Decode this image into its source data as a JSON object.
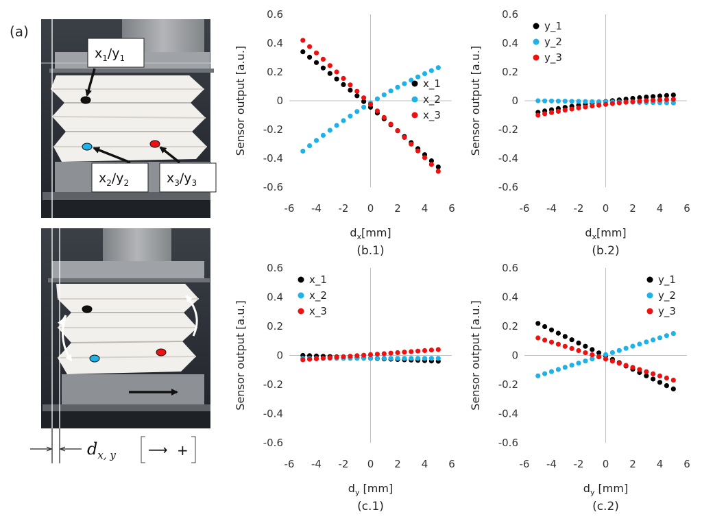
{
  "figure": {
    "panel_label": "(a)",
    "sensor_labels": [
      {
        "main": "x",
        "sub": "1",
        "sep": "/",
        "main2": "y",
        "sub2": "1"
      },
      {
        "main": "x",
        "sub": "2",
        "sep": "/",
        "main2": "y",
        "sub2": "2"
      },
      {
        "main": "x",
        "sub": "3",
        "sep": "/",
        "main2": "y",
        "sub2": "3"
      }
    ],
    "displacement_label": "d",
    "displacement_sub": "x, y",
    "direction_arrow": "⟶",
    "direction_sign": "+",
    "colors": {
      "black": "#000000",
      "blue": "#1fb2e6",
      "red": "#ee1111",
      "bellows": "#f2f0ec",
      "frame": "#9a9c9e",
      "background": "#2a2c31"
    }
  },
  "chart_data": [
    {
      "type": "scatter",
      "caption": "(b.1)",
      "xlabel_main": "d",
      "xlabel_sub": "x",
      "xlabel_unit": "[mm]",
      "ylabel": "Sensor output [a.u.]",
      "xlim": [
        -6,
        6
      ],
      "ylim": [
        -0.6,
        0.6
      ],
      "xticks": [
        "-6",
        "-4",
        "-2",
        "0",
        "2",
        "4",
        "6"
      ],
      "yticks": [
        "0.6",
        "0.4",
        "0.2",
        "0",
        "-0.2",
        "-0.4",
        "-0.6"
      ],
      "legend": "right-middle",
      "grid": false,
      "series": [
        {
          "name": "x_1",
          "color": "#000000",
          "p0": [
            -5,
            0.34
          ],
          "p1": [
            5,
            -0.46
          ],
          "curve": 0.015
        },
        {
          "name": "x_2",
          "color": "#1fb2e6",
          "p0": [
            -5,
            -0.35
          ],
          "p1": [
            5,
            0.23
          ],
          "curve": 0.045
        },
        {
          "name": "x_3",
          "color": "#ee1111",
          "p0": [
            -5,
            0.42
          ],
          "p1": [
            5,
            -0.49
          ],
          "curve": 0.01
        }
      ]
    },
    {
      "type": "scatter",
      "caption": "(b.2)",
      "xlabel_main": "d",
      "xlabel_sub": "x",
      "xlabel_unit": "[mm]",
      "ylabel": "Sensor output [a.u.]",
      "xlim": [
        -6,
        6
      ],
      "ylim": [
        -0.6,
        0.6
      ],
      "xticks": [
        "-6",
        "-4",
        "-2",
        "0",
        "2",
        "4",
        "6"
      ],
      "yticks": [
        "0.6",
        "0.4",
        "0.2",
        "0",
        "-0.2",
        "-0.4",
        "-0.6"
      ],
      "legend": "top-left",
      "grid": false,
      "series": [
        {
          "name": "y_1",
          "color": "#000000",
          "p0": [
            -5,
            -0.08
          ],
          "p1": [
            5,
            0.04
          ],
          "curve": 0.015
        },
        {
          "name": "y_2",
          "color": "#1fb2e6",
          "p0": [
            -5,
            0.0
          ],
          "p1": [
            5,
            -0.015
          ],
          "curve": 0.0
        },
        {
          "name": "y_3",
          "color": "#ee1111",
          "p0": [
            -5,
            -0.1
          ],
          "p1": [
            5,
            0.01
          ],
          "curve": 0.02
        }
      ]
    },
    {
      "type": "scatter",
      "caption": "(c.1)",
      "xlabel_main": "d",
      "xlabel_sub": "y",
      "xlabel_unit": "[mm]",
      "ylabel": "Sensor output [a.u.]",
      "xlim": [
        -6,
        6
      ],
      "ylim": [
        -0.6,
        0.6
      ],
      "xticks": [
        "-6",
        "-4",
        "-2",
        "0",
        "2",
        "4",
        "6"
      ],
      "yticks": [
        "0.6",
        "0.4",
        "0.2",
        "0",
        "-0.2",
        "-0.4",
        "-0.6"
      ],
      "legend": "top-left",
      "grid": false,
      "series": [
        {
          "name": "x_1",
          "color": "#000000",
          "p0": [
            -5,
            0.0
          ],
          "p1": [
            5,
            -0.04
          ],
          "curve": 0.0
        },
        {
          "name": "x_2",
          "color": "#1fb2e6",
          "p0": [
            -5,
            -0.02
          ],
          "p1": [
            5,
            -0.02
          ],
          "curve": 0.0
        },
        {
          "name": "x_3",
          "color": "#ee1111",
          "p0": [
            -5,
            -0.03
          ],
          "p1": [
            5,
            0.04
          ],
          "curve": 0.0
        }
      ]
    },
    {
      "type": "scatter",
      "caption": "(c.2)",
      "xlabel_main": "d",
      "xlabel_sub": "y",
      "xlabel_unit": "[mm]",
      "ylabel": "Sensor output [a.u.]",
      "xlim": [
        -6,
        6
      ],
      "ylim": [
        -0.6,
        0.6
      ],
      "xticks": [
        "-6",
        "-4",
        "-2",
        "0",
        "2",
        "4",
        "6"
      ],
      "yticks": [
        "0.6",
        "0.4",
        "0.2",
        "0",
        "-0.2",
        "-0.4",
        "-0.6"
      ],
      "legend": "top-right",
      "grid": false,
      "series": [
        {
          "name": "y_1",
          "color": "#000000",
          "p0": [
            -5,
            0.22
          ],
          "p1": [
            5,
            -0.23
          ],
          "curve": 0.0
        },
        {
          "name": "y_2",
          "color": "#1fb2e6",
          "p0": [
            -5,
            -0.14
          ],
          "p1": [
            5,
            0.15
          ],
          "curve": 0.0
        },
        {
          "name": "y_3",
          "color": "#ee1111",
          "p0": [
            -5,
            0.12
          ],
          "p1": [
            5,
            -0.17
          ],
          "curve": 0.0
        }
      ]
    }
  ]
}
